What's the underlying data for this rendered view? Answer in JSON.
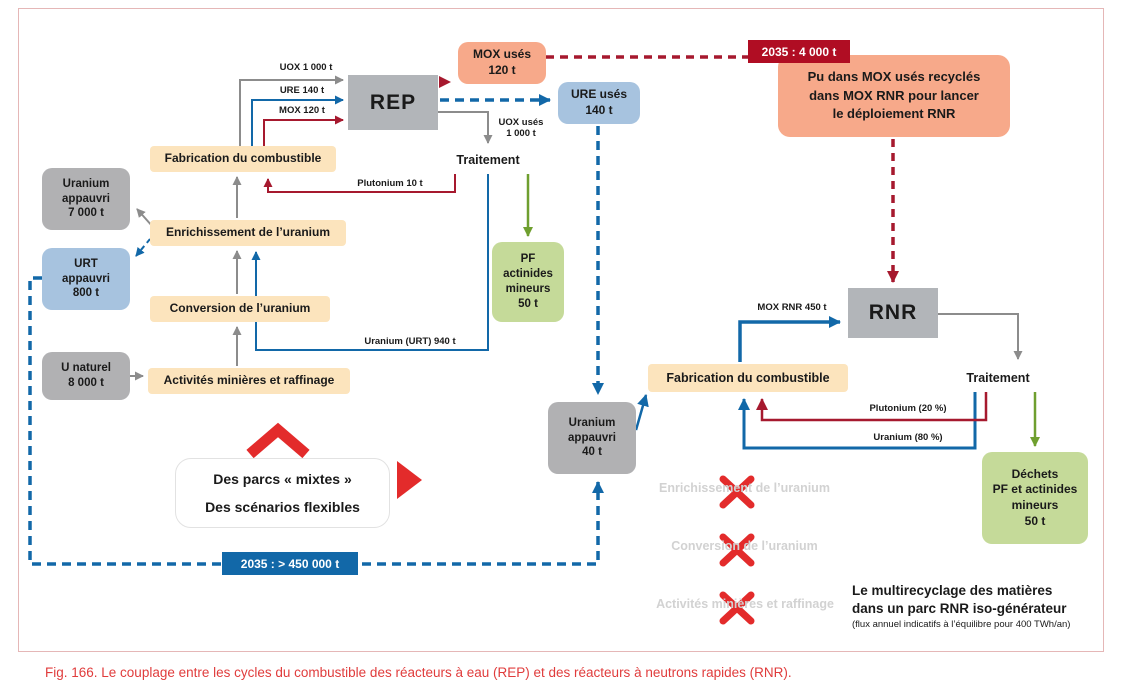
{
  "caption": "Fig. 166. Le couplage entre les cycles du combustible des réacteurs à eau (REP) et des réacteurs à neutrons rapides (RNR).",
  "left_cycle": {
    "uranium_appauvri": "Uranium\nappauvri\n7 000 t",
    "urt_appauvri": "URT\nappauvri\n800 t",
    "u_naturel": "U naturel\n8 000 t",
    "fabrication": "Fabrication du combustible",
    "enrichissement": "Enrichissement de l’uranium",
    "conversion": "Conversion de l’uranium",
    "activites": "Activités minières et raffinage",
    "reactor": "REP",
    "traitement": "Traitement",
    "mox_uses": "MOX usés\n120 t",
    "ure_uses": "URE usés\n140 t",
    "pf_actinides": "PF\nactinides\nmineurs\n50 t"
  },
  "flows_left": {
    "uox": "UOX 1 000 t",
    "ure": "URE 140 t",
    "mox": "MOX 120 t",
    "uox_uses": "UOX usés\n1 000 t",
    "plutonium": "Plutonium 10 t",
    "uranium_urt": "Uranium (URT) 940 t"
  },
  "center": {
    "slogan_line1": "Des parcs « mixtes »",
    "slogan_line2": "Des scénarios flexibles",
    "badge_uranium": "2035 : > 450 000 t",
    "uranium_appauvri_40": "Uranium\nappauvri\n40 t"
  },
  "right_cycle": {
    "badge_mox": "2035 : 4 000 t",
    "pu_note": "Pu dans MOX usés recyclés\ndans MOX RNR pour lancer\nle déploiement RNR",
    "reactor": "RNR",
    "fabrication": "Fabrication du combustible",
    "traitement": "Traitement",
    "dechets": "Déchets\nPF et actinides\nmineurs\n50 t",
    "disabled": [
      "Enrichissement de l’uranium",
      "Conversion de l’uranium",
      "Activités minières et raffinage"
    ],
    "note_title": "Le multirecyclage des matières\ndans un parc RNR iso-générateur",
    "note_sub": "(flux annuel indicatifs à l’équilibre pour 400 TWh/an)"
  },
  "flows_right": {
    "mox_rnr": "MOX RNR 450 t",
    "plutonium": "Plutonium (20 %)",
    "uranium": "Uranium (80 %)"
  },
  "colors": {
    "blue": "#1268a8",
    "dark_red": "#a6192e",
    "bright_red": "#e32b2b",
    "gray_arrow": "#8c8c8c",
    "green_arrow": "#6f9f2f"
  }
}
